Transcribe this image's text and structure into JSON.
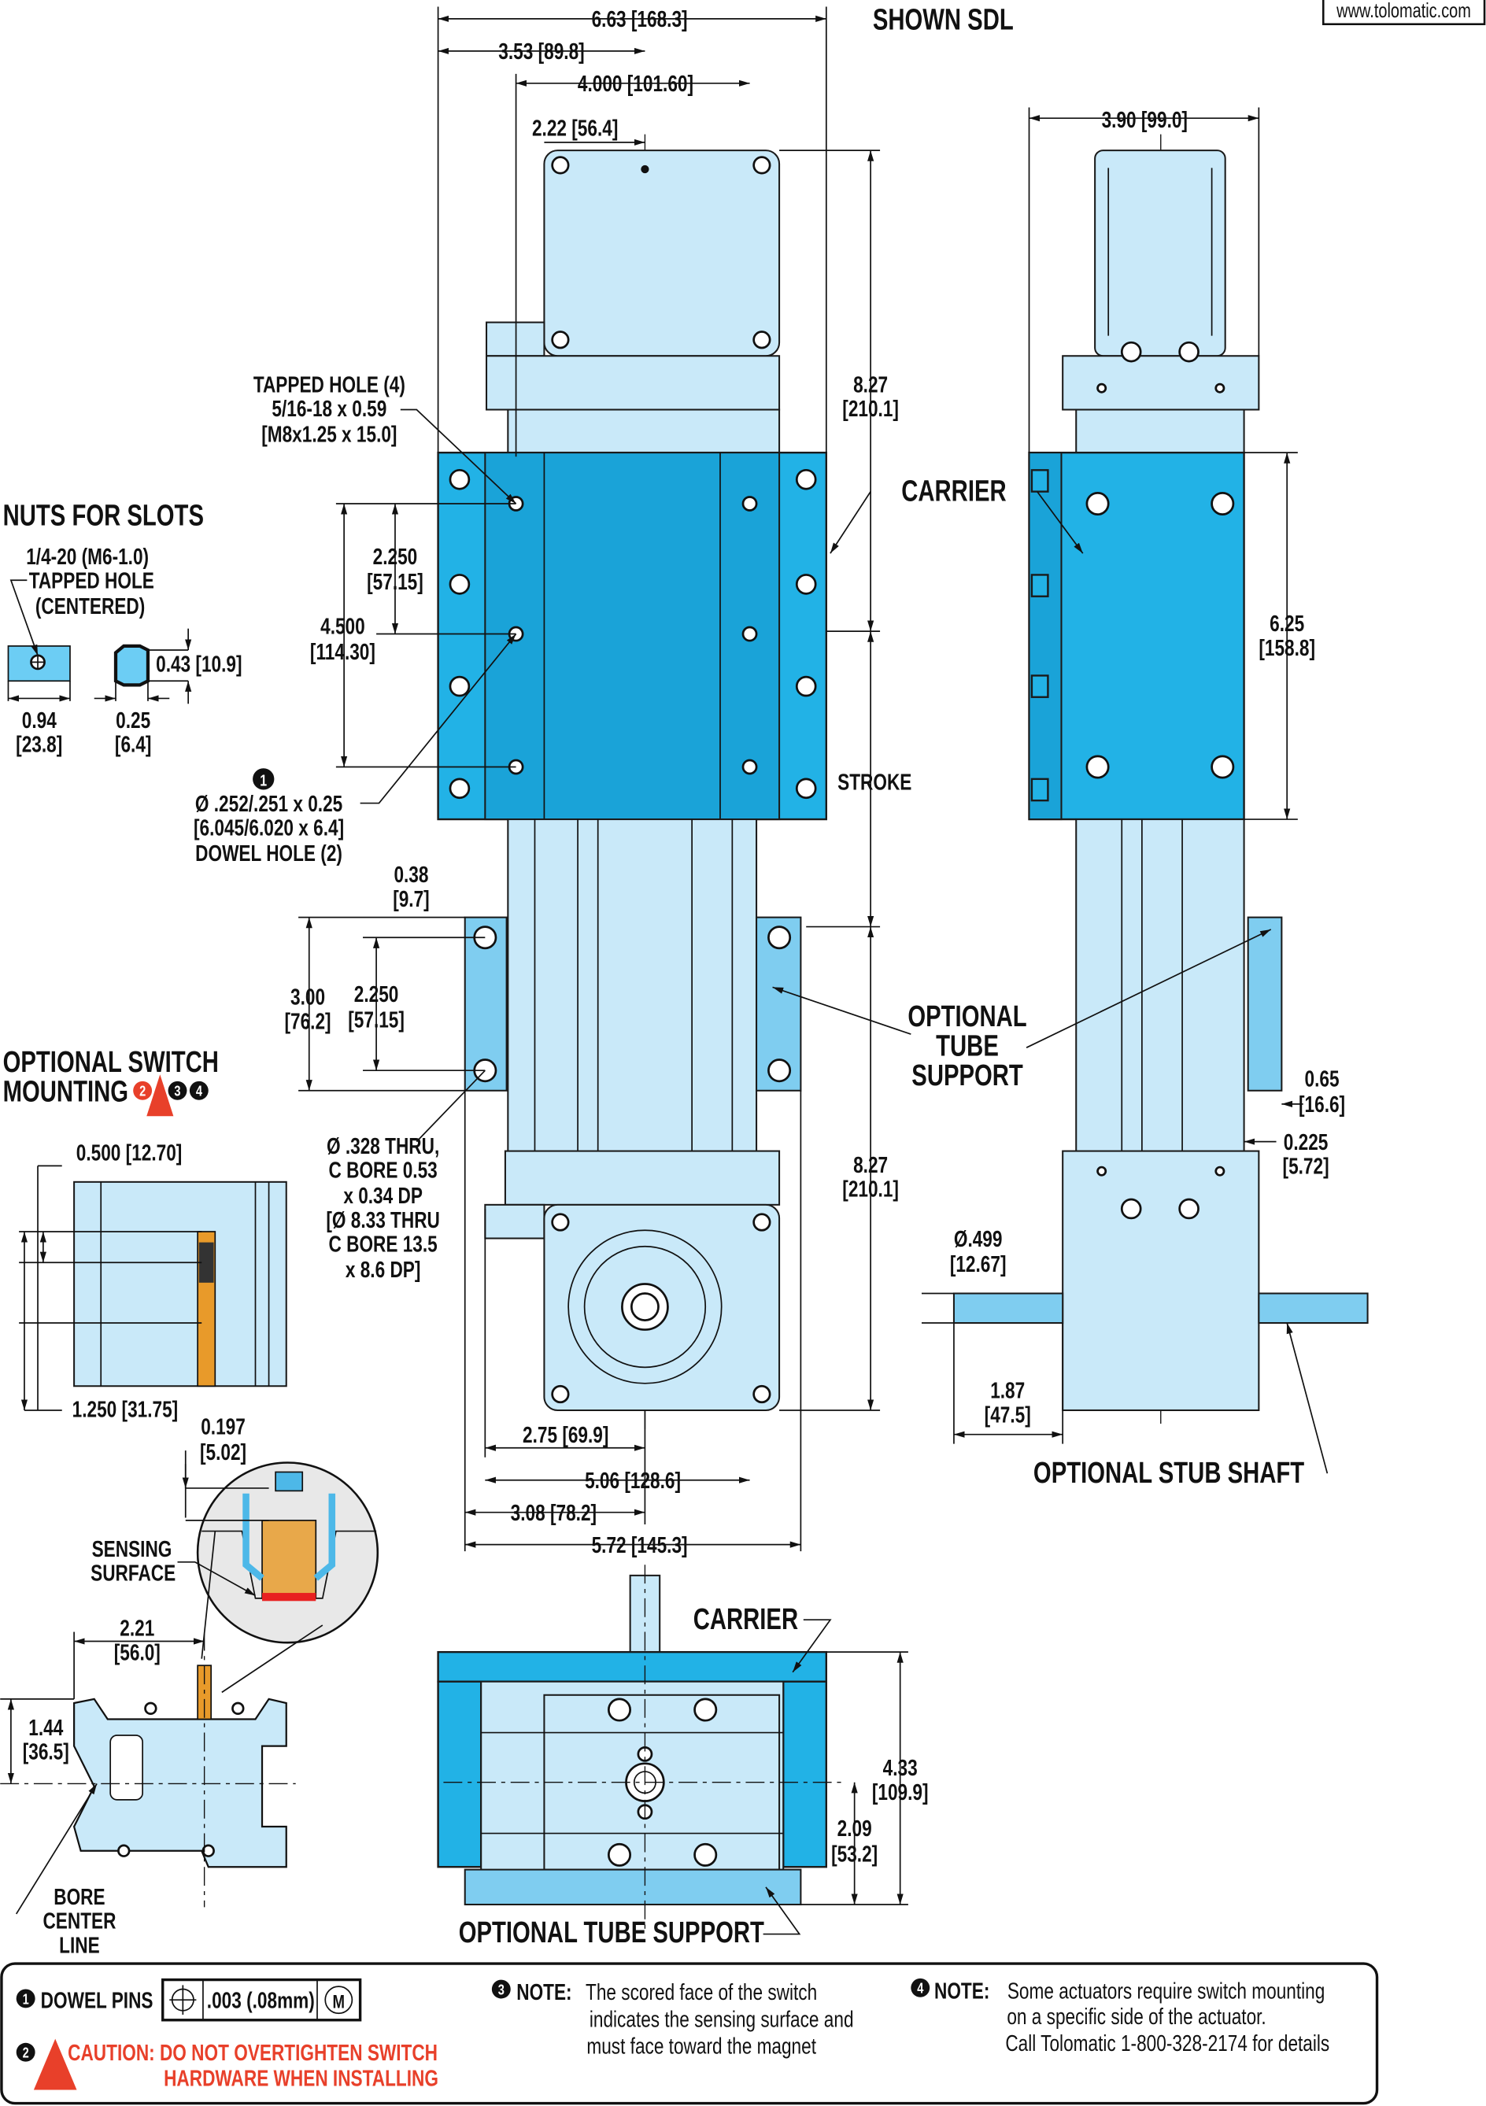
{
  "header": {
    "title": "SHOWN SDL",
    "website": "www.tolomatic.com"
  },
  "front_view": {
    "dim_overall_width": "6.63 [168.3]",
    "dim_3_53": "3.53 [89.8]",
    "dim_4_000": "4.000 [101.60]",
    "dim_2_22": "2.22 [56.4]",
    "tapped_hole": [
      "TAPPED HOLE (4)",
      "5/16-18 x 0.59",
      "[M8x1.25 x 15.0]"
    ],
    "dim_8_27_top": [
      "8.27",
      "[210.1]"
    ],
    "carrier_label": "CARRIER",
    "dim_2_250": [
      "2.250",
      "[57.15]"
    ],
    "dim_4_500": [
      "4.500",
      "[114.30]"
    ],
    "dowel_marker": "1",
    "dowel_hole": [
      "Ø .252/.251 x 0.25",
      "[6.045/6.020 x 6.4]",
      "DOWEL HOLE (2)"
    ],
    "stroke_label": "STROKE",
    "dim_0_38": [
      "0.38",
      "[9.7]"
    ],
    "dim_3_00": [
      "3.00",
      "[76.2]"
    ],
    "dim_2_250_support": [
      "2.250",
      "[57.15]"
    ],
    "optional_tube_support": [
      "OPTIONAL",
      "TUBE",
      "SUPPORT"
    ],
    "cbore": [
      "Ø .328 THRU,",
      "C BORE 0.53",
      "x 0.34 DP",
      "[Ø 8.33 THRU",
      "C BORE 13.5",
      "x 8.6 DP]"
    ],
    "dim_8_27_bottom": [
      "8.27",
      "[210.1]"
    ],
    "dim_2_75": "2.75 [69.9]",
    "dim_5_06": "5.06 [128.6]",
    "dim_3_08": "3.08 [78.2]",
    "dim_5_72": "5.72 [145.3]"
  },
  "side_view": {
    "dim_3_90": "3.90 [99.0]",
    "dim_6_25": [
      "6.25",
      "[158.8]"
    ],
    "dim_0_65": [
      "0.65",
      "[16.6]"
    ],
    "dim_0_225": [
      "0.225",
      "[5.72]"
    ],
    "dim_0_499": [
      "Ø.499",
      "[12.67]"
    ],
    "dim_1_87": [
      "1.87",
      "[47.5]"
    ],
    "stub_shaft": "OPTIONAL STUB SHAFT"
  },
  "nuts": {
    "title": "NUTS FOR SLOTS",
    "tapped": [
      "1/4-20 (M6-1.0)",
      "TAPPED HOLE",
      "(CENTERED)"
    ],
    "dim_0_43": "0.43 [10.9]",
    "dim_0_94": [
      "0.94",
      "[23.8]"
    ],
    "dim_0_25": [
      "0.25",
      "[6.4]"
    ]
  },
  "switch": {
    "title": [
      "OPTIONAL SWITCH",
      "MOUNTING"
    ],
    "badges": [
      "2",
      "3",
      "4"
    ],
    "dim_0_500": "0.500 [12.70]",
    "dim_1_250": "1.250 [31.75]",
    "dim_0_197": [
      "0.197",
      "[5.02]"
    ],
    "sensing": [
      "SENSING",
      "SURFACE"
    ],
    "dim_2_21": [
      "2.21",
      "[56.0]"
    ],
    "dim_1_44": [
      "1.44",
      "[36.5]"
    ],
    "bore_center": [
      "BORE",
      "CENTER",
      "LINE"
    ]
  },
  "end_view": {
    "carrier_label": "CARRIER",
    "dim_4_33": [
      "4.33",
      "[109.9]"
    ],
    "dim_2_09": [
      "2.09",
      "[53.2]"
    ],
    "support_label": "OPTIONAL TUBE SUPPORT"
  },
  "notes": {
    "note1_marker": "1",
    "dowel_pins": "DOWEL PINS",
    "tolerance": {
      "symbol": "position-icon",
      "value": ".003 (.08mm)",
      "modifier": "M"
    },
    "note2_marker": "2",
    "caution": [
      "CAUTION: DO NOT OVERTIGHTEN SWITCH",
      "HARDWARE WHEN INSTALLING"
    ],
    "note3_marker": "3",
    "note3_label": "NOTE:",
    "note3": [
      "The scored face of the switch",
      "indicates the sensing surface and",
      "must face toward the magnet"
    ],
    "note4_marker": "4",
    "note4_label": "NOTE:",
    "note4": [
      "Some actuators require switch mounting",
      "on a specific side of the actuator.",
      "Call Tolomatic 1-800-328-2174 for details"
    ]
  },
  "colors": {
    "carrier": "#22b2e6",
    "light": "#c9e9f9",
    "caution": "#e8402a"
  }
}
